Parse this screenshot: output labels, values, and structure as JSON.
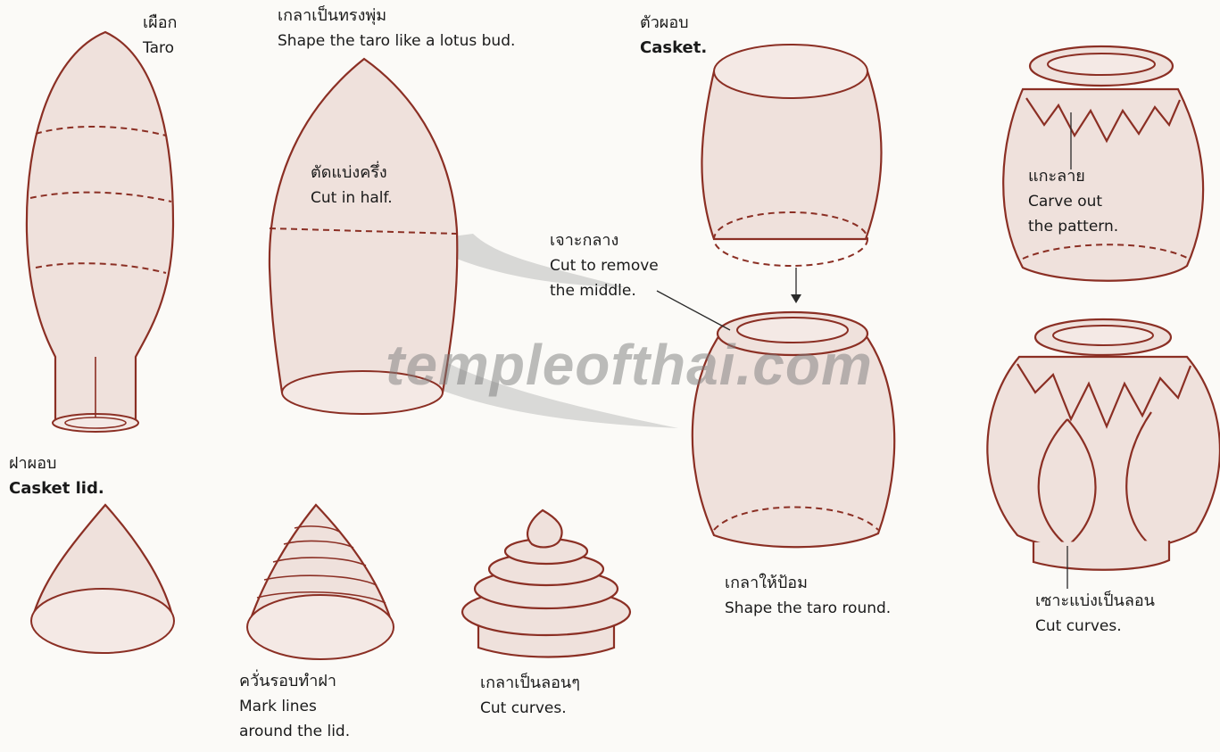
{
  "labels": {
    "taro": {
      "th": "เผือก",
      "en": "Taro"
    },
    "lotus_bud": {
      "th": "เกลาเป็นทรงพุ่ม",
      "en": "Shape the taro like a lotus bud."
    },
    "cut_half": {
      "th": "ตัดแบ่งครึ่ง",
      "en": "Cut in half."
    },
    "casket": {
      "th": "ตัวผอบ",
      "en": "Casket."
    },
    "remove_middle": {
      "th": "เจาะกลาง",
      "en1": "Cut to remove",
      "en2": "the middle."
    },
    "carve_pattern": {
      "th": "แกะลาย",
      "en1": "Carve out",
      "en2": "the pattern."
    },
    "casket_lid": {
      "th": "ฝาผอบ",
      "en": "Casket lid."
    },
    "mark_lines": {
      "th": "ควั่นรอบทำฝา",
      "en1": "Mark lines",
      "en2": "around the lid."
    },
    "cut_curves_lid": {
      "th": "เกลาเป็นลอนๆ",
      "en": "Cut curves."
    },
    "shape_round": {
      "th": "เกลาให้ป้อม",
      "en": "Shape the taro round."
    },
    "cut_curves_casket": {
      "th": "เซาะแบ่งเป็นลอน",
      "en": "Cut curves."
    }
  },
  "watermark": "templeofthai.com",
  "colors": {
    "ink": "#8b2f24",
    "fill": "#efe1dc",
    "background": "#fbfaf7",
    "watermark": "#7d7d7d"
  }
}
